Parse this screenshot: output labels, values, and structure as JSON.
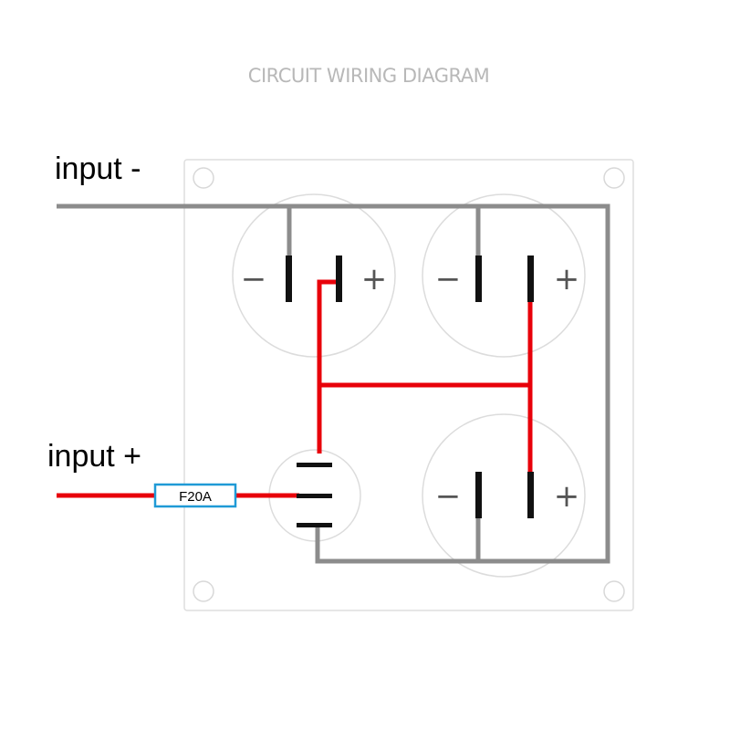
{
  "title": "CIRCUIT WIRING DIAGRAM",
  "inputs": {
    "negative_label": "input -",
    "positive_label": "input +"
  },
  "fuse": {
    "label": "F20A"
  },
  "terminals": {
    "minus_sign": "−",
    "plus_sign": "+"
  },
  "colors": {
    "positive_wire": "#e8000a",
    "negative_wire": "#8c8c8c",
    "fuse_border": "#1f9ad6",
    "panel_outline": "#dedede",
    "terminal_plate": "#111111"
  }
}
